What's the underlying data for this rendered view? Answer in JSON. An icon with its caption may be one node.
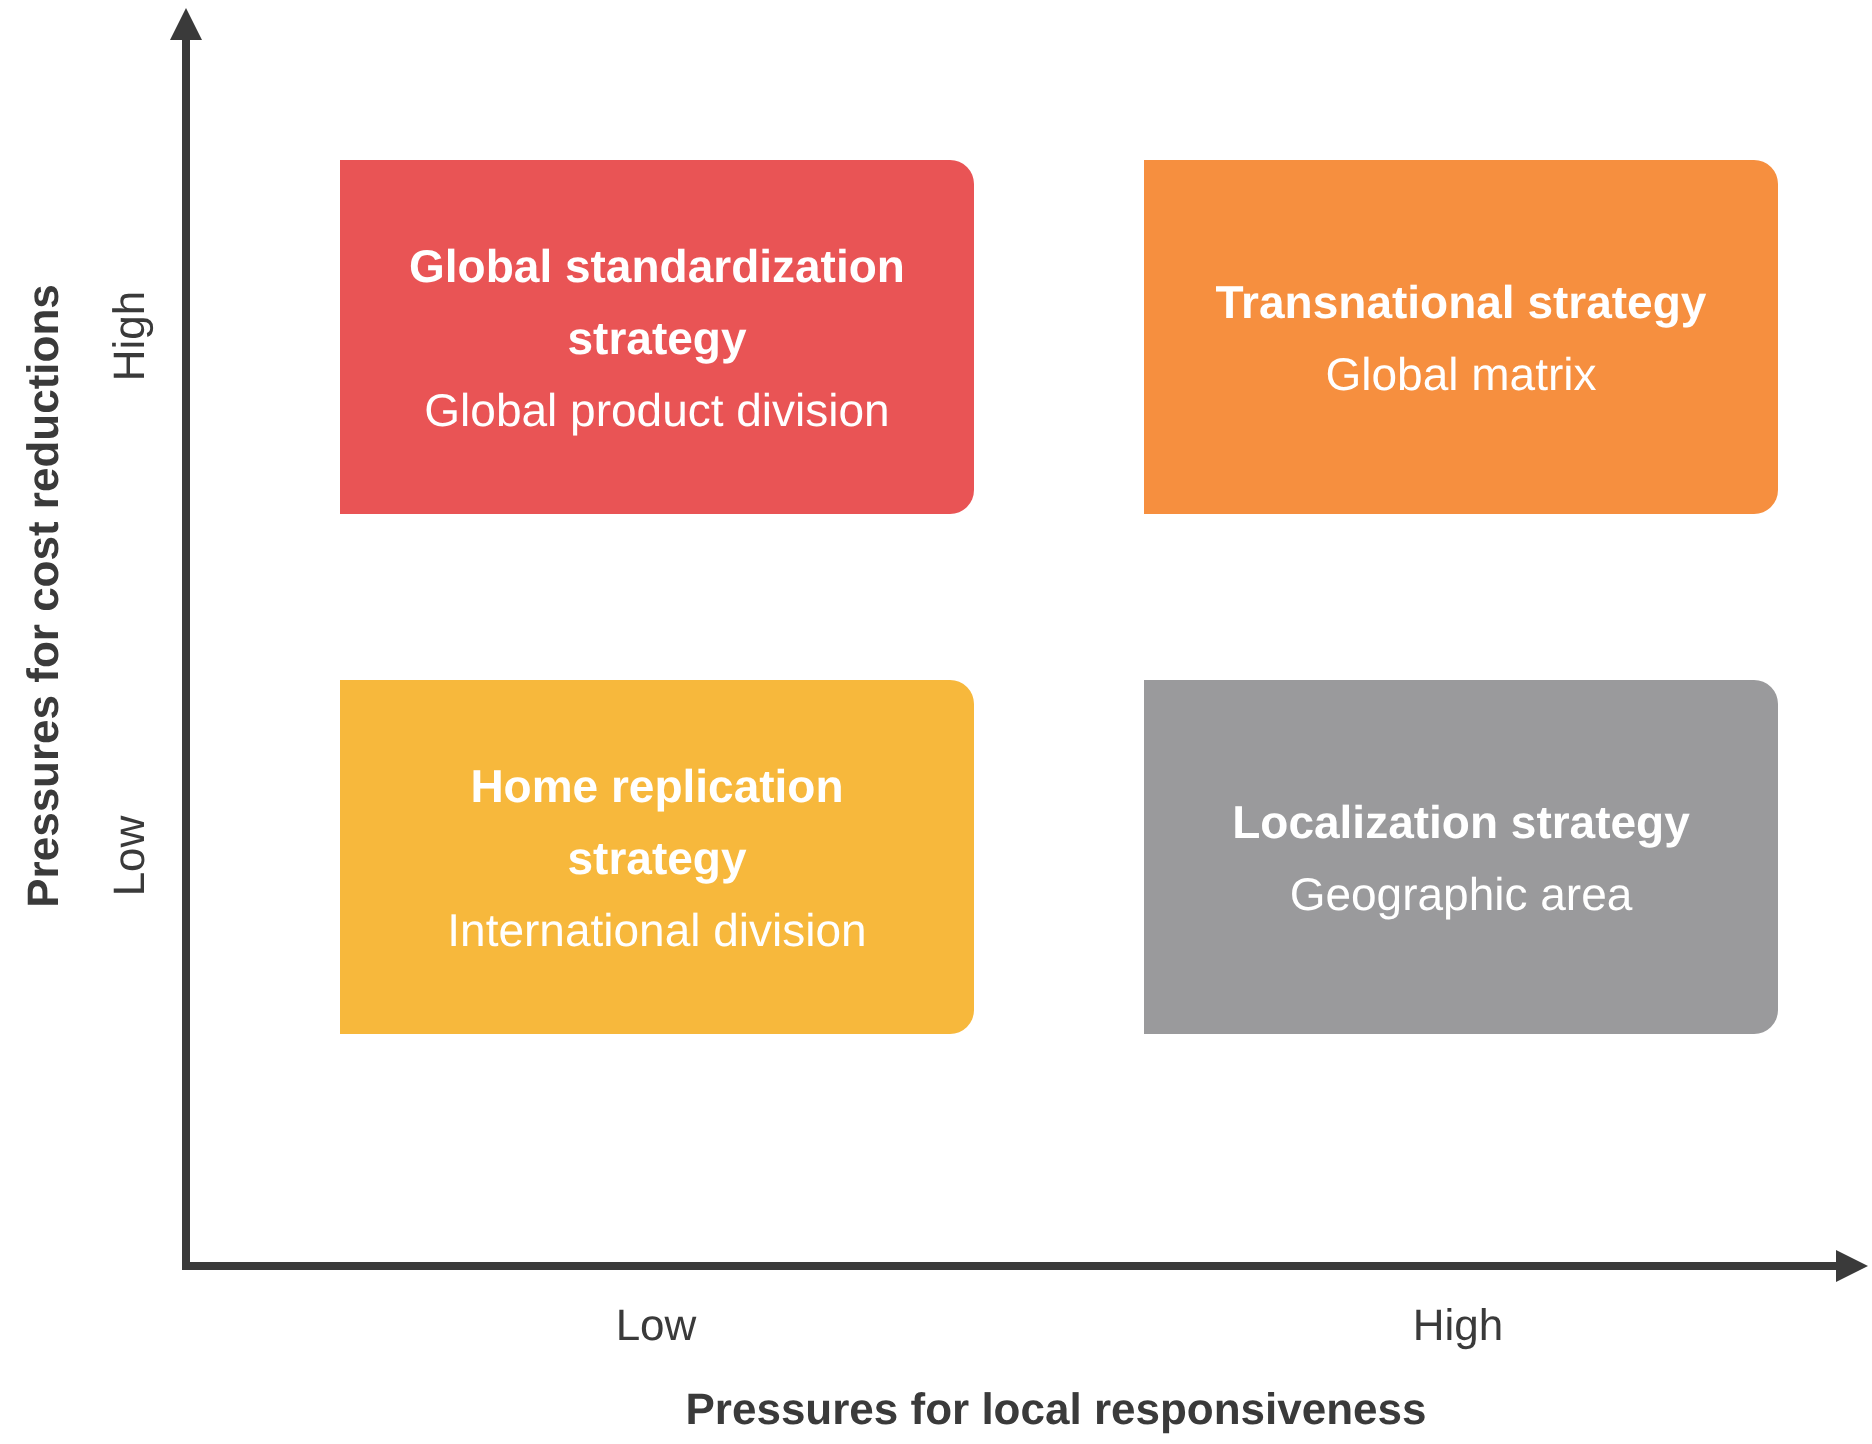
{
  "diagram": {
    "nodes": [
      {
        "text": [
          "Global standardization strategy",
          "Global product division"
        ]
      },
      {
        "text": [
          "Transnational strategy",
          "Global matrix"
        ]
      },
      {
        "text": [
          "Home replication strategy",
          "International division"
        ]
      },
      {
        "text": [
          "Localization strategy",
          "Geographic area"
        ]
      }
    ],
    "labels": [
      "Pressures for cost reductions",
      "High",
      "Low",
      "Low",
      "High",
      "Pressures for local responsiveness"
    ]
  }
}
